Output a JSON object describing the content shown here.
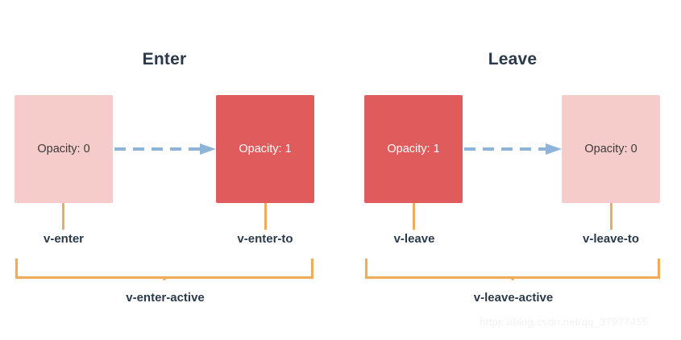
{
  "colors": {
    "background": "#ffffff",
    "box_faded": "#f6ccca",
    "box_solid": "#e05b5b",
    "text_dark": "#2b3a4a",
    "text_on_solid": "#ffffff",
    "arrow": "#8fb4d9",
    "bracket": "#eead5d",
    "watermark": "#f2f2f2"
  },
  "groups": [
    {
      "title": "Enter",
      "from_box": {
        "label": "Opacity: 0",
        "style": "faded"
      },
      "to_box": {
        "label": "Opacity: 1",
        "style": "solid"
      },
      "from_class": "v-enter",
      "to_class": "v-enter-to",
      "active_class": "v-enter-active"
    },
    {
      "title": "Leave",
      "from_box": {
        "label": "Opacity: 1",
        "style": "solid"
      },
      "to_box": {
        "label": "Opacity: 0",
        "style": "faded"
      },
      "from_class": "v-leave",
      "to_class": "v-leave-to",
      "active_class": "v-leave-active"
    }
  ],
  "watermark": "https://blog.csdn.net/qq_37977455"
}
